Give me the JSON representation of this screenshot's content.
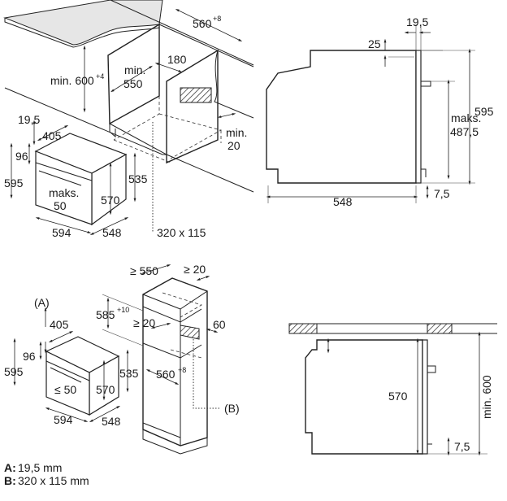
{
  "top_left": {
    "d_560": "560",
    "d_560_tol": "+8",
    "d_180": "180",
    "d_min550_a": "min.",
    "d_min550_b": "550",
    "d_min600": "min. 600",
    "d_min600_tol": "+4",
    "d_19_5": "19,5",
    "d_405": "405",
    "d_96": "96",
    "d_595": "595",
    "d_maks_a": "maks.",
    "d_maks_b": "50",
    "d_570": "570",
    "d_535": "535",
    "d_594": "594",
    "d_548": "548",
    "d_min20_a": "min.",
    "d_min20_b": "20",
    "d_opening": "320 x 115"
  },
  "top_right": {
    "d_19_5": "19,5",
    "d_25": "25",
    "d_595": "595",
    "d_maks_a": "maks.",
    "d_maks_b": "487,5",
    "d_548": "548",
    "d_7_5": "7,5"
  },
  "bottom_left": {
    "d_ge550": "≥ 550",
    "d_ge20_top": "≥ 20",
    "label_a": "(A)",
    "d_585": "585",
    "d_585_tol": "+10",
    "d_405": "405",
    "d_ge20_mid": "≥ 20",
    "d_60": "60",
    "d_96": "96",
    "d_595": "595",
    "d_535": "535",
    "d_560": "560",
    "d_560_tol": "+8",
    "d_le50": "≤ 50",
    "d_570": "570",
    "d_594": "594",
    "d_548": "548",
    "label_b": "(B)"
  },
  "legend": {
    "a_key": "A:",
    "a_value": "19,5 mm",
    "b_key": "B:",
    "b_value": "320 x 115 mm"
  },
  "bottom_right": {
    "d_570": "570",
    "d_min600": "min. 600",
    "d_7_5": "7,5"
  }
}
